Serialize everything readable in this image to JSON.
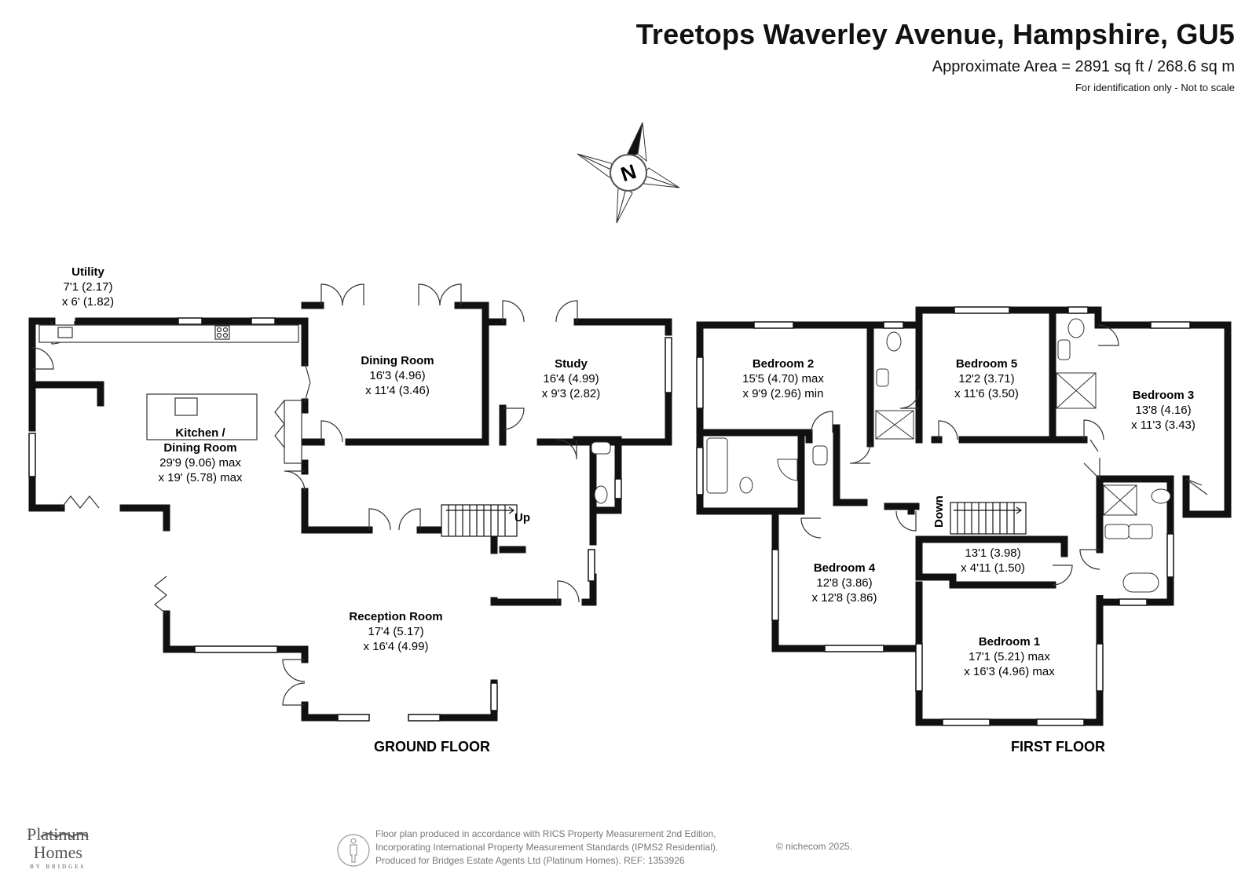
{
  "header": {
    "title": "Treetops Waverley Avenue, Hampshire, GU5",
    "area": "Approximate Area = 2891 sq ft / 268.6 sq m",
    "note": "For identification only - Not to scale"
  },
  "compass": {
    "label": "N"
  },
  "ground_floor": {
    "label": "GROUND FLOOR",
    "stairs_label": "Up",
    "rooms": {
      "utility": {
        "name": "Utility",
        "dim1": "7'1 (2.17)",
        "dim2": "x 6' (1.82)"
      },
      "kitchen": {
        "name1": "Kitchen /",
        "name2": "Dining Room",
        "dim1": "29'9 (9.06) max",
        "dim2": "x 19' (5.78) max"
      },
      "dining": {
        "name": "Dining Room",
        "dim1": "16'3 (4.96)",
        "dim2": "x 11'4 (3.46)"
      },
      "study": {
        "name": "Study",
        "dim1": "16'4 (4.99)",
        "dim2": "x 9'3 (2.82)"
      },
      "reception": {
        "name": "Reception Room",
        "dim1": "17'4 (5.17)",
        "dim2": "x 16'4 (4.99)"
      }
    }
  },
  "first_floor": {
    "label": "FIRST FLOOR",
    "stairs_label": "Down",
    "rooms": {
      "bedroom2": {
        "name": "Bedroom 2",
        "dim1": "15'5 (4.70) max",
        "dim2": "x 9'9 (2.96) min"
      },
      "bedroom5": {
        "name": "Bedroom 5",
        "dim1": "12'2 (3.71)",
        "dim2": "x 11'6 (3.50)"
      },
      "bedroom3": {
        "name": "Bedroom 3",
        "dim1": "13'8 (4.16)",
        "dim2": "x 11'3 (3.43)"
      },
      "bedroom4": {
        "name": "Bedroom 4",
        "dim1": "12'8 (3.86)",
        "dim2": "x 12'8 (3.86)"
      },
      "landing": {
        "dim1": "13'1 (3.98)",
        "dim2": "x 4'11 (1.50)"
      },
      "bedroom1": {
        "name": "Bedroom 1",
        "dim1": "17'1 (5.21) max",
        "dim2": "x 16'3 (4.96) max"
      }
    }
  },
  "footer": {
    "line1": "Floor plan produced in accordance with RICS Property Measurement 2nd Edition,",
    "line2": "Incorporating International Property Measurement Standards (IPMS2 Residential).",
    "line3": "Produced for Bridges Estate Agents Ltd (Platinum Homes).   REF: 1353926",
    "copyright": "© nichecom 2025."
  },
  "logo": {
    "line1": "Platinum",
    "line2": "Homes",
    "line3": "BY BRIDGES"
  }
}
